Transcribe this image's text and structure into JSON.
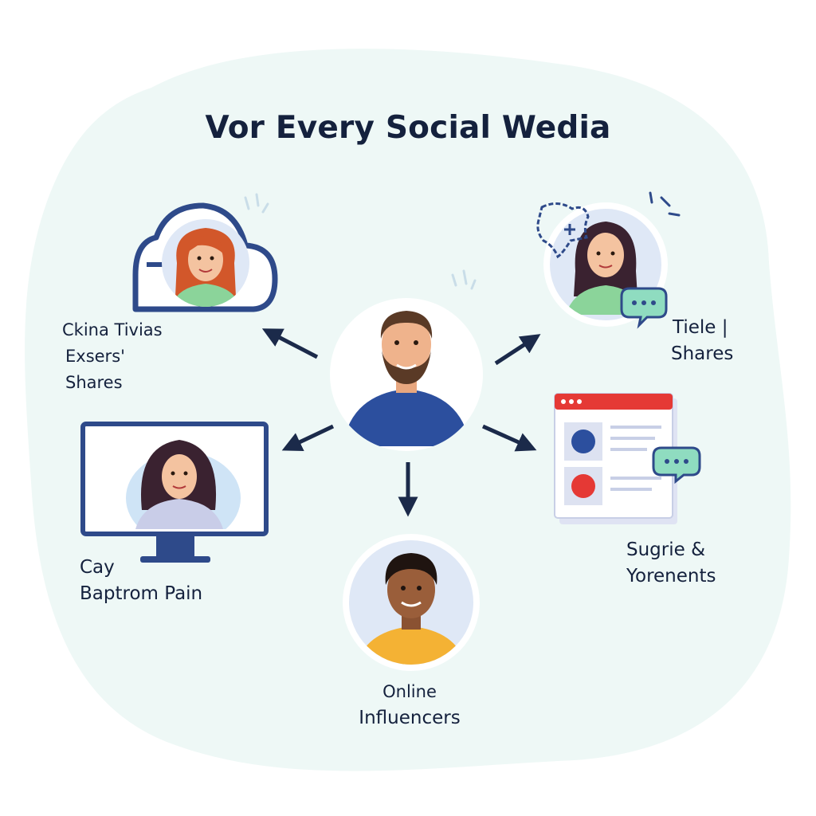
{
  "title": "Vor Every Social Wedia",
  "nodes": {
    "top_left": {
      "lines": [
        "Ckina Tivias",
        "Exsers'",
        "Shares"
      ]
    },
    "top_right": {
      "lines": [
        "Tiele |",
        "Shares"
      ]
    },
    "bottom_left": {
      "lines": [
        "Cay",
        "Baptrom Pain"
      ]
    },
    "bottom_right": {
      "lines": [
        "Sugrie &",
        "Yorenents"
      ]
    },
    "bottom_center": {
      "lines": [
        "Online",
        "Influencers"
      ]
    }
  },
  "colors": {
    "background_blob": "#eef8f6",
    "navy": "#1b2a4a",
    "cloud_outline": "#2e4a8a",
    "central_shirt": "#2c4f9e",
    "bubble_green": "#8fdcc0",
    "red_header": "#e53935"
  },
  "icons": [
    "cloud-icon",
    "map-icon",
    "chat-bubble-icon",
    "monitor-icon",
    "browser-window-icon"
  ]
}
